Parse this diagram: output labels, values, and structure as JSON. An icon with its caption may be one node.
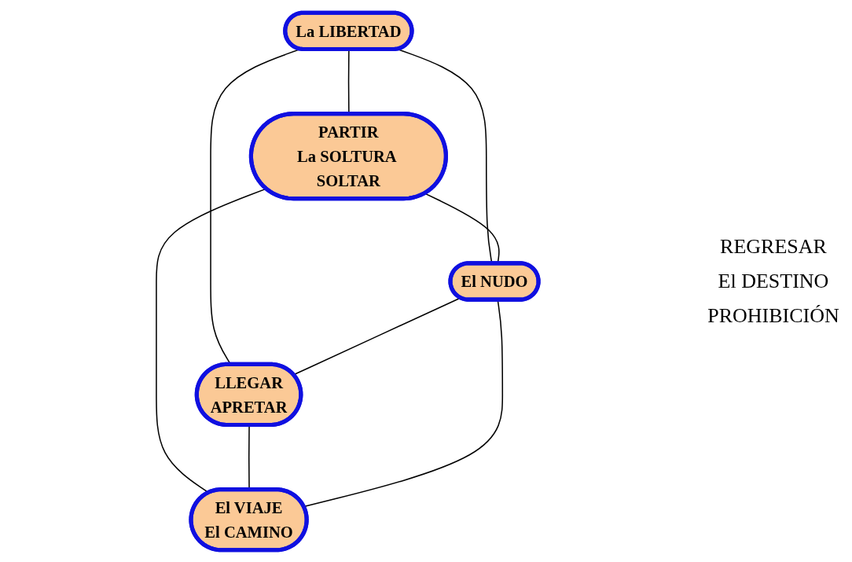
{
  "diagram": {
    "nodes": [
      {
        "text": [
          "La LIBERTAD"
        ]
      },
      {
        "text": [
          "PARTIR",
          "La SOLTURA SOLTAR"
        ]
      },
      {
        "text": [
          "El NUDO"
        ]
      },
      {
        "text": [
          "LLEGAR",
          "APRETAR"
        ]
      },
      {
        "text": [
          "El VIAJE",
          "El CAMINO"
        ]
      }
    ],
    "edges": [
      {
        "from": 0,
        "to": 1,
        "arrow": "none"
      },
      {
        "from": 0,
        "to": 3,
        "arrow": "none"
      },
      {
        "from": 0,
        "to": 2,
        "arrow": "none"
      },
      {
        "from": 1,
        "to": 2,
        "arrow": "none"
      },
      {
        "from": 2,
        "to": 3,
        "arrow": "none"
      },
      {
        "from": 1,
        "to": 4,
        "arrow": "none"
      },
      {
        "from": 3,
        "to": 4,
        "arrow": "none"
      },
      {
        "from": 2,
        "to": 4,
        "arrow": "none"
      }
    ],
    "labels": [
      "REGRESAR",
      "El DESTINO",
      "PROHIBICIÓN"
    ]
  }
}
